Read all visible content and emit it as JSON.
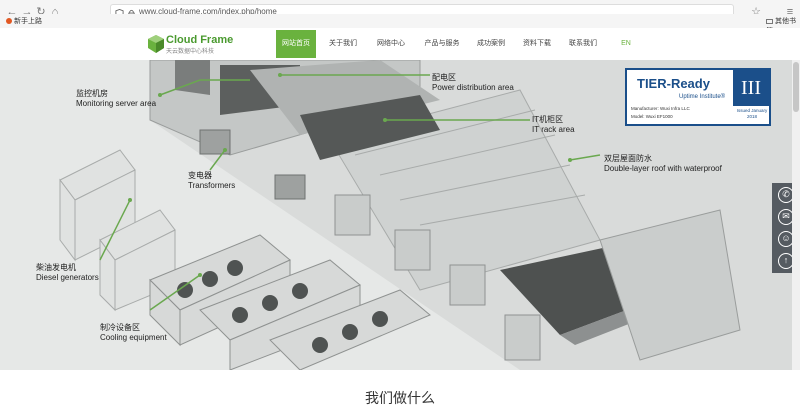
{
  "browser": {
    "url": "www.cloud-frame.com/index.php/home",
    "bookmark_left": "新手上路",
    "bookmark_right": "其他书签"
  },
  "site": {
    "logo_text": "Cloud Frame",
    "logo_sub": "天云数据中心科技",
    "menu": [
      {
        "label": "网站首页",
        "active": true
      },
      {
        "label": "关于我们"
      },
      {
        "label": "网络中心"
      },
      {
        "label": "产品与服务"
      },
      {
        "label": "成功案例"
      },
      {
        "label": "资料下载"
      },
      {
        "label": "联系我们"
      },
      {
        "label": "EN"
      }
    ]
  },
  "hero": {
    "labels": {
      "monitoring_cn": "监控机房",
      "monitoring_en": "Monitoring server area",
      "power_cn": "配电区",
      "power_en": "Power distribution area",
      "it_cn": "IT机柜区",
      "it_en": "IT rack area",
      "roof_cn": "双层屋面防水",
      "roof_en": "Double-layer roof with waterproof",
      "transformer_cn": "变电器",
      "transformer_en": "Transformers",
      "diesel_cn": "柴油发电机",
      "diesel_en": "Diesel generators",
      "cooling_cn": "制冷设备区",
      "cooling_en": "Cooling equipment"
    },
    "badge": {
      "title": "TIER-Ready",
      "sub": "Uptime Institute®",
      "roman": "III",
      "row1": "Manufacturer: Wuxi Infra LLC",
      "row2": "Model: Wuxi EF1000",
      "issued": "Issued January 2018"
    }
  },
  "section": {
    "title": "我们做什么"
  },
  "colors": {
    "accent": "#6ab23e",
    "callout_line": "#6aa84f",
    "badge_blue": "#1b4f8a"
  }
}
